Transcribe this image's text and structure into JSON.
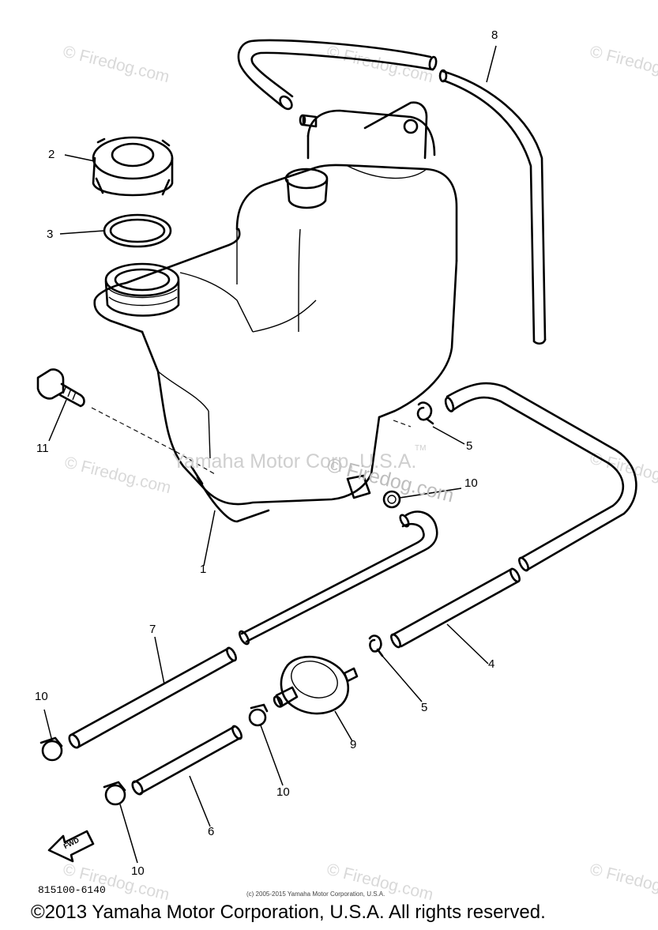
{
  "watermarks": {
    "firedog": "© Firedog.com",
    "yamaha": "Yamaha Motor Corp, U.S.A.",
    "tm": "TM"
  },
  "callouts": [
    "1",
    "2",
    "3",
    "4",
    "5",
    "5",
    "6",
    "7",
    "8",
    "9",
    "10",
    "10",
    "10",
    "10",
    "11"
  ],
  "fwd_label": "FWD",
  "diagram_code": "815100-6140",
  "small_copyright": "(c) 2005-2015 Yamaha Motor Corporation, U.S.A.",
  "footer_copyright": "©2013 Yamaha Motor Corporation, U.S.A. All rights reserved."
}
